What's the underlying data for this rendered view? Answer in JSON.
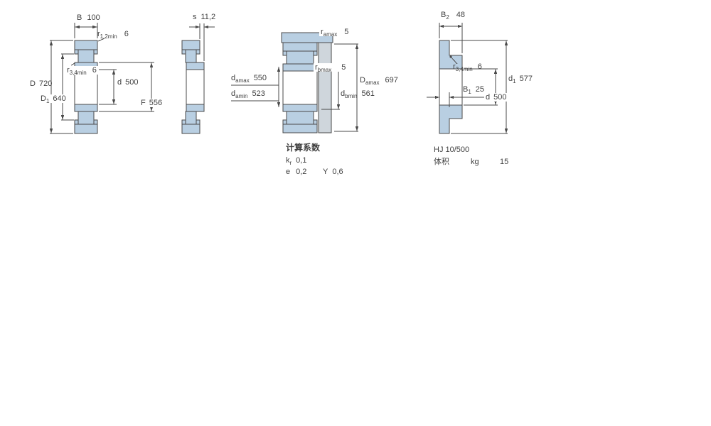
{
  "colors": {
    "section_fill": "#b9cfe2",
    "shaft_fill": "#cfd6dc",
    "line": "#4a4a4a"
  },
  "figure1": {
    "dims": {
      "B": {
        "sym": "B",
        "val": "100"
      },
      "r12": {
        "sym": "r",
        "sub": "1,2min",
        "val": "6"
      },
      "r34": {
        "sym": "r",
        "sub": "3,4min",
        "val": "6"
      },
      "D": {
        "sym": "D",
        "val": "720"
      },
      "D1": {
        "sym": "D",
        "sub": "1",
        "val": "640"
      },
      "d": {
        "sym": "d",
        "val": "500"
      },
      "F": {
        "sym": "F",
        "val": "556"
      }
    }
  },
  "figure2": {
    "dims": {
      "s": {
        "sym": "s",
        "val": "11,2"
      }
    }
  },
  "figure3": {
    "dims": {
      "ramax": {
        "sym": "r",
        "sub": "amax",
        "val": "5"
      },
      "rbmax": {
        "sym": "r",
        "sub": "bmax",
        "val": "5"
      },
      "damax": {
        "sym": "d",
        "sub": "amax",
        "val": "550"
      },
      "damin": {
        "sym": "d",
        "sub": "amin",
        "val": "523"
      },
      "Damax": {
        "sym": "D",
        "sub": "amax",
        "val": "697"
      },
      "dbmin": {
        "sym": "d",
        "sub": "bmin",
        "val": "561"
      }
    },
    "factors": {
      "title": "计算系数",
      "kr": {
        "sym": "k",
        "sub": "r",
        "val": "0,1"
      },
      "e": {
        "sym": "e",
        "val": "0,2"
      },
      "Y": {
        "sym": "Y",
        "val": "0,6"
      }
    }
  },
  "figure4": {
    "dims": {
      "B2": {
        "sym": "B",
        "sub": "2",
        "val": "48"
      },
      "r34": {
        "sym": "r",
        "sub": "3,4min",
        "val": "6"
      },
      "B1": {
        "sym": "B",
        "sub": "1",
        "val": "25"
      },
      "d": {
        "sym": "d",
        "val": "500"
      },
      "d1": {
        "sym": "d",
        "sub": "1",
        "val": "577"
      }
    },
    "ring": {
      "designation": "HJ 10/500",
      "mass_label": "体积",
      "mass_unit": "kg",
      "mass_value": "15"
    }
  }
}
